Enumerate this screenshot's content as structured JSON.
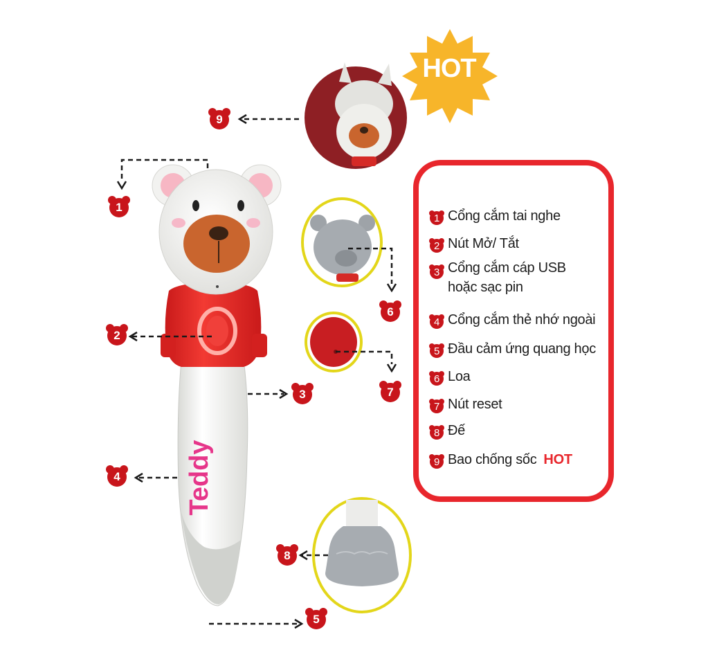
{
  "hot_badge": "HOT",
  "brand_label": "Teddy",
  "callouts": [
    "1",
    "2",
    "3",
    "4",
    "5",
    "6",
    "7",
    "8",
    "9"
  ],
  "legend": {
    "items": [
      {
        "num": "1",
        "text": "Cổng cắm tai nghe"
      },
      {
        "num": "2",
        "text": "Nút Mở/ Tắt"
      },
      {
        "num": "3",
        "text": "Cổng cắm cáp USB",
        "text2": "hoặc sạc pin"
      },
      {
        "num": "4",
        "text": "Cổng cắm thẻ nhớ ngoài"
      },
      {
        "num": "5",
        "text": "Đầu cảm ứng quang học"
      },
      {
        "num": "6",
        "text": "Loa"
      },
      {
        "num": "7",
        "text": "Nút reset"
      },
      {
        "num": "8",
        "text": "Đế"
      },
      {
        "num": "9",
        "text": "Bao chống sốc",
        "hot": "HOT"
      }
    ]
  },
  "colors": {
    "accent_red": "#e8262c",
    "badge_red": "#c8151b",
    "pen_red": "#e8332d",
    "bear_face": "#f4f4f2",
    "snout": "#c9652e",
    "star_yellow": "#f7b52a",
    "ring_yellow": "#e3d61a",
    "grey_part": "#9ea3a8"
  }
}
